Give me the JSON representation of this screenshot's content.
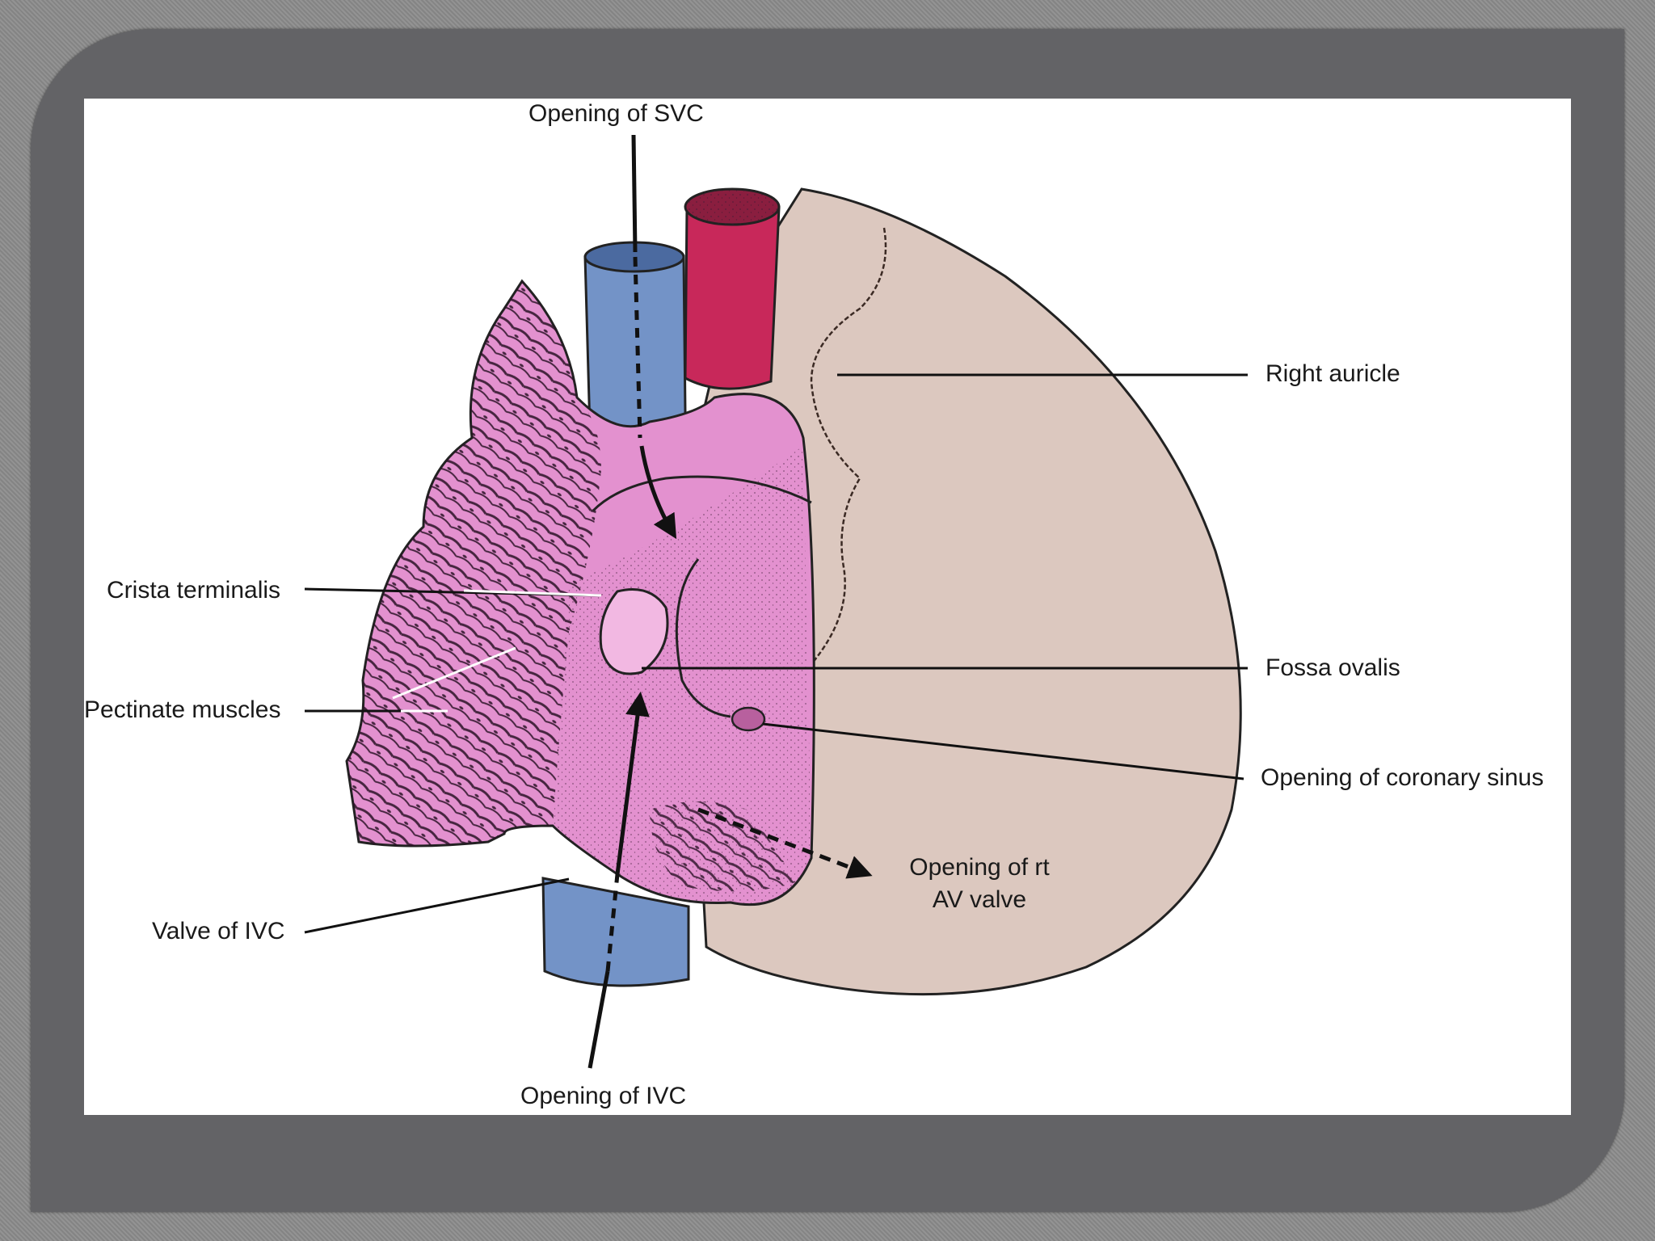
{
  "colors": {
    "pink_tissue": "#e391cf",
    "beige_heart": "#dcc8bf",
    "vena_cava_blue": "#7393c7",
    "aorta_red": "#c8285a",
    "panel_gray": "#636366"
  },
  "labels": {
    "svc_opening": "Opening of SVC",
    "right_auricle": "Right auricle",
    "crista_terminalis": "Crista terminalis",
    "fossa_ovalis": "Fossa ovalis",
    "pectinate_muscles": "Pectinate muscles",
    "coronary_sinus_opening": "Opening of coronary sinus",
    "rt_av_valve_opening": "Opening of rt\nAV valve",
    "ivc_valve": "Valve of IVC",
    "ivc_opening": "Opening of IVC"
  }
}
